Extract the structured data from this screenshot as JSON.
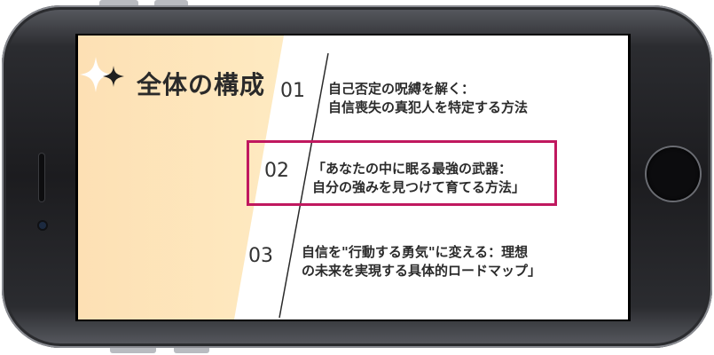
{
  "slide": {
    "heading": "全体の構成",
    "items": [
      {
        "number": "01",
        "line1": "自己否定の呪縛を解く：",
        "line2": "自信喪失の真犯人を特定する方法"
      },
      {
        "number": "02",
        "line1": "「あなたの中に眠る最強の武器：",
        "line2": "自分の強みを見つけて育てる方法」"
      },
      {
        "number": "03",
        "line1": "自信を\"行動する勇気\"に変える：理想",
        "line2": "の未来を実現する具体的ロードマップ」"
      }
    ],
    "highlighted_item": "02"
  },
  "colors": {
    "highlight_border": "#c0185f",
    "panel": "#fde6bb",
    "phone_body": "#1c1c1f"
  },
  "icons": {
    "heading_icon": "sparkle-icon"
  }
}
